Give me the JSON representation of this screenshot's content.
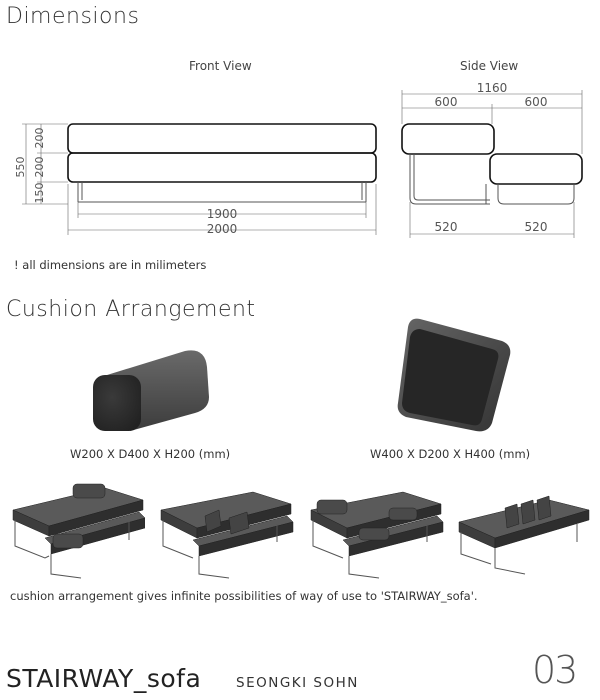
{
  "sections": {
    "dimensions_title": "Dimensions",
    "cushion_title": "Cushion Arrangement"
  },
  "front_view": {
    "label": "Front View",
    "dims": {
      "height_total": "550",
      "seg_top": "200",
      "seg_mid": "200",
      "seg_bot": "150",
      "inner_width": "1900",
      "outer_width": "2000"
    }
  },
  "side_view": {
    "label": "Side View",
    "dims": {
      "total": "1160",
      "left_top": "600",
      "right_top": "600",
      "left_bottom": "520",
      "right_bottom": "520"
    }
  },
  "note": "! all dimensions are in milimeters",
  "cushions": [
    {
      "spec": "W200 X D400 X H200 (mm)",
      "icon": "bolster-cushion-icon"
    },
    {
      "spec": "W400 X D200 X H400 (mm)",
      "icon": "square-cushion-icon"
    }
  ],
  "arrangements": [
    {
      "icon": "sofa-arrangement-1"
    },
    {
      "icon": "sofa-arrangement-2"
    },
    {
      "icon": "sofa-arrangement-3"
    },
    {
      "icon": "sofa-arrangement-4"
    }
  ],
  "caption": "cushion arrangement gives infinite possibilities of way of use to 'STAIRWAY_sofa'.",
  "footer": {
    "product_name": "STAIRWAY_sofa",
    "author": "SEONGKI SOHN",
    "page_number": "03"
  },
  "colors": {
    "cushion_dark": "#3a3a3a",
    "outline": "#111111",
    "dim_line": "#666666"
  }
}
